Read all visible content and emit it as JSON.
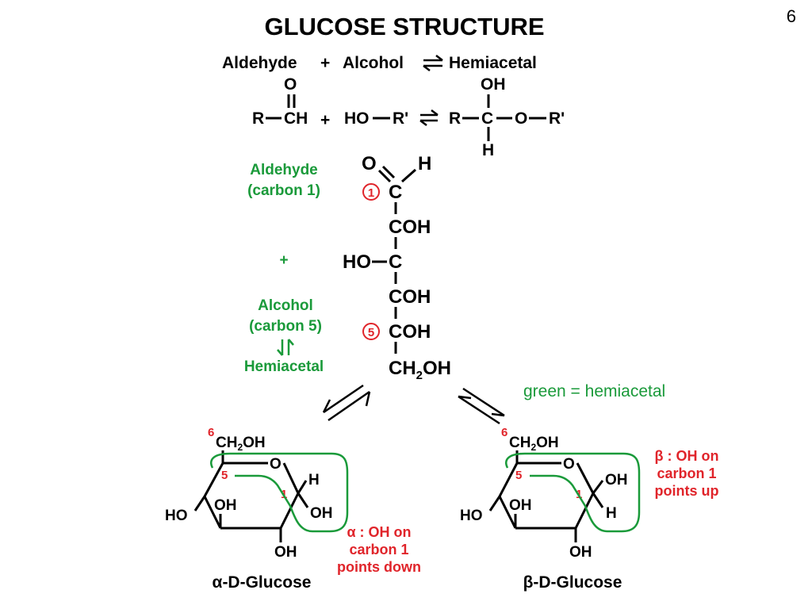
{
  "page_number": "6",
  "title": "GLUCOSE STRUCTURE",
  "equation": {
    "aldehyde": "Aldehyde",
    "plus": "+",
    "alcohol": "Alcohol",
    "hemiacetal": "Hemiacetal"
  },
  "general_reaction": {
    "o": "O",
    "r": "R",
    "ch": "CH",
    "plus": "+",
    "ho": "HO",
    "r_prime": "R'",
    "oh": "OH",
    "c": "C",
    "h": "H"
  },
  "chain": {
    "o": "O",
    "h": "H",
    "c1": "C",
    "c2": "COH",
    "c3_ho": "HO",
    "c3_c": "C",
    "c4": "COH",
    "c5": "COH",
    "c6_a": "CH",
    "c6_sub": "2",
    "c6_b": "OH",
    "num1": "1",
    "num5": "5"
  },
  "side_labels": {
    "aldehyde": "Aldehyde",
    "carbon1": "(carbon 1)",
    "plus": "+",
    "alcohol": "Alcohol",
    "carbon5": "(carbon 5)",
    "hemiacetal": "Hemiacetal"
  },
  "legend": "green = hemiacetal",
  "alpha": {
    "name": "α-D-Glucose",
    "c6": "6",
    "ch2oh_a": "CH",
    "ch2oh_sub": "2",
    "ch2oh_b": "OH",
    "ring_o": "O",
    "c5": "5",
    "c1": "1",
    "h_top": "H",
    "oh_c1": "OH",
    "ho_c4": "HO",
    "oh_c3": "OH",
    "oh_c2": "OH",
    "note": [
      "α : OH on",
      "carbon 1",
      "points down"
    ]
  },
  "beta": {
    "name": "β-D-Glucose",
    "c6": "6",
    "ch2oh_a": "CH",
    "ch2oh_sub": "2",
    "ch2oh_b": "OH",
    "ring_o": "O",
    "c5": "5",
    "c1": "1",
    "oh_top": "OH",
    "h_c1": "H",
    "ho_c4": "HO",
    "oh_c3": "OH",
    "oh_c2": "OH",
    "note": [
      "β : OH on",
      "carbon 1",
      "points up"
    ]
  },
  "colors": {
    "green": "#1a9a3a",
    "red": "#e0242a",
    "black": "#000000"
  }
}
